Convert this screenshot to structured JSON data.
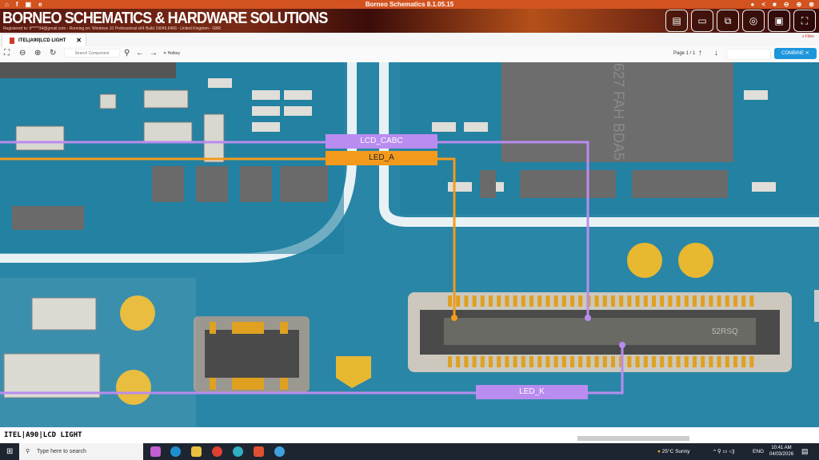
{
  "window": {
    "title": "Borneo Schematics 8.1.05.15"
  },
  "banner": {
    "brand": "BORNEO SCHEMATICS & HARDWARE SOLUTIONS",
    "registration": "Registered to: ti*****34@gmail.com - Running on: Windows 10 Professional x64 Build 19045.6466 - United Kingdom - GBR",
    "buttons": [
      "schematic-icon",
      "laptop-icon",
      "devices-icon",
      "zoom-search-icon",
      "window-icon",
      "capture-icon"
    ]
  },
  "tab": {
    "label": "ITEL|A90|LCD LIGHT",
    "filter": "x Filter"
  },
  "toolbar": {
    "search_placeholder": "Search Component",
    "hotkey": "Hotkey",
    "page": "Page 1 / 1",
    "combine": "COMBINE ✕"
  },
  "pcb": {
    "labels": {
      "lcd_cabc": "LCD_CABC",
      "led_a": "LED_A",
      "led_k": "LED_K"
    },
    "connector_marking": "52RSQ",
    "chip_marking": "627 FAH BDA5",
    "colors": {
      "purple": "#b98cf0",
      "orange": "#f39a1c",
      "board": "#2a86a6"
    }
  },
  "status": {
    "text": "ITEL|A90|LCD LIGHT"
  },
  "taskbar": {
    "search": "Type here to search",
    "weather": "25°C  Sunny",
    "lang": "ENG",
    "time": "10:41 AM",
    "date": "04/03/2026"
  }
}
